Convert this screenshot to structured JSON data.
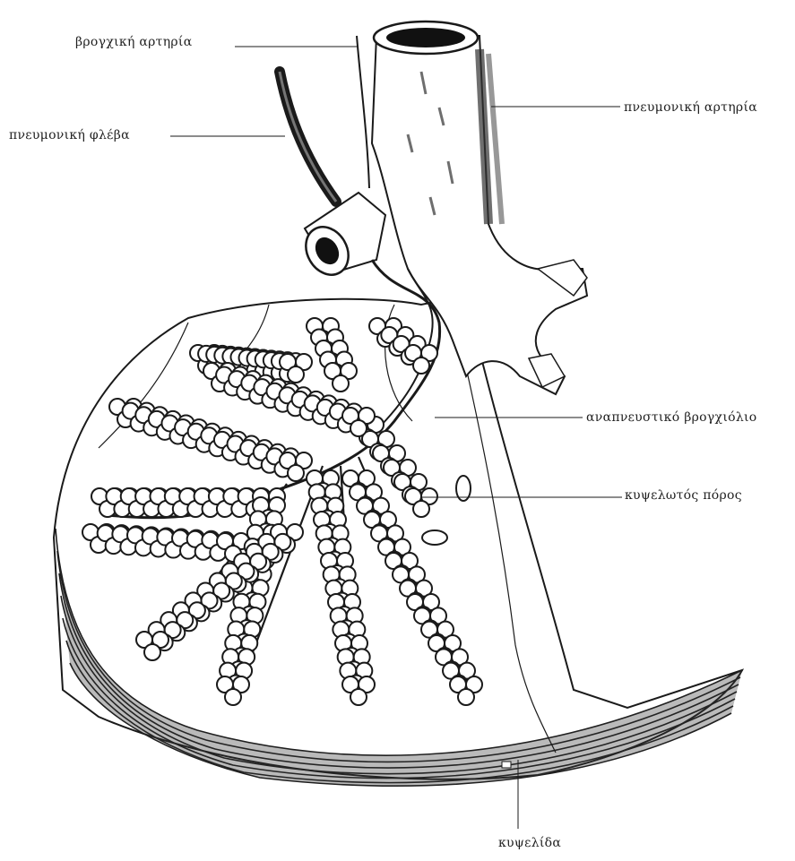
{
  "labels": {
    "bronchial_artery": "βρογχική αρτηρία",
    "pulmonary_vein": "πνευμονική φλέβα",
    "pulmonary_artery": "πνευμονική αρτηρία",
    "respiratory_bronchiole": "αναπνευστικό βρογχιόλιο",
    "alveolar_duct": "κυψελωτός πόρος",
    "alveolar_sac": "κυψελίδα"
  },
  "colors": {
    "ink": "#1a1a1a",
    "paper": "#ffffff",
    "shade": "#6e6e6e"
  }
}
